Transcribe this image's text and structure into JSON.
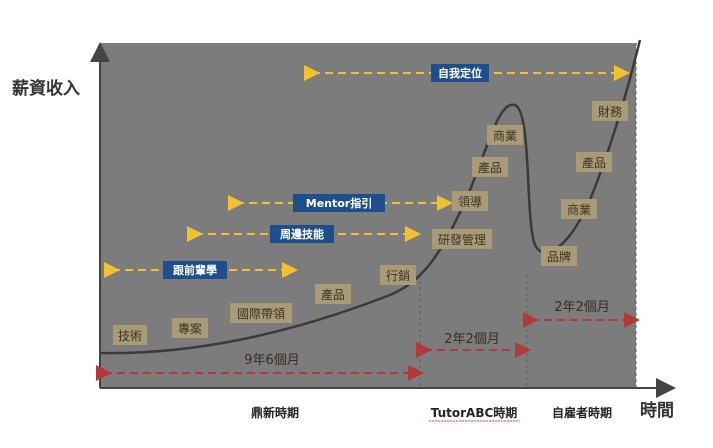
{
  "y_axis_label": "薪資收入",
  "x_axis_label": "時間",
  "periods": [
    "鼎新時期",
    "TutorABC時期",
    "自雇者時期"
  ],
  "guidance_labels": [
    "自我定位",
    "Mentor指引",
    "周邊技能",
    "跟前輩學"
  ],
  "stage1_skills": [
    "技術",
    "專案",
    "國際帶領",
    "產品",
    "行銷"
  ],
  "stage2_skills": [
    "研發管理",
    "領導",
    "產品",
    "商業"
  ],
  "stage3_skills": [
    "品牌",
    "商業",
    "產品",
    "財務"
  ],
  "durations": [
    "9年6個月",
    "2年2個月",
    "2年2個月"
  ],
  "colors": {
    "panel_bg": "#7c7c7c",
    "curve": "#3a3a3a",
    "yellow_arrow": "#f2c22e",
    "red_arrow": "#b03a3a",
    "tag_bg": "#a99a78",
    "blue_tag": "#1f4e8c"
  }
}
